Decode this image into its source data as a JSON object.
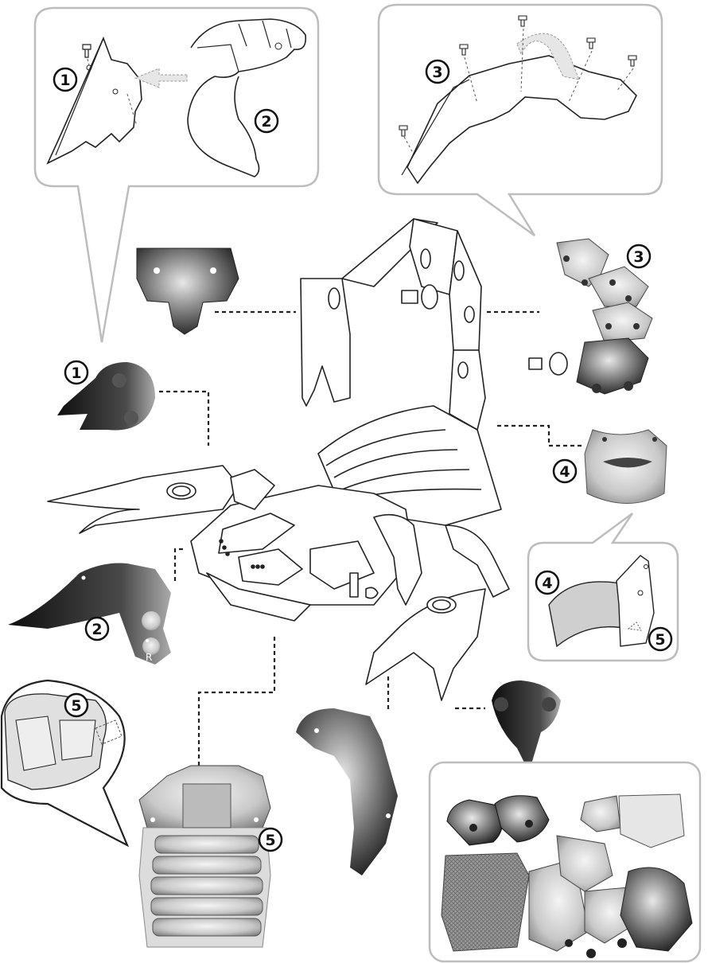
{
  "callouts": [
    {
      "id": "c1",
      "number": "1"
    },
    {
      "id": "c2",
      "number": "2"
    },
    {
      "id": "c3",
      "number": "3"
    },
    {
      "id": "c4",
      "number": "4"
    },
    {
      "id": "c5",
      "number": "5"
    }
  ],
  "part_marks": {
    "claw_part_r": "R"
  },
  "colors": {
    "line": "#222222",
    "bubble_border": "#bdbdbd",
    "part_dark": "#2b2b2b",
    "part_mid": "#8a8a8a",
    "part_light": "#d9d9d9",
    "arrow_fill": "#e6e6e6"
  }
}
